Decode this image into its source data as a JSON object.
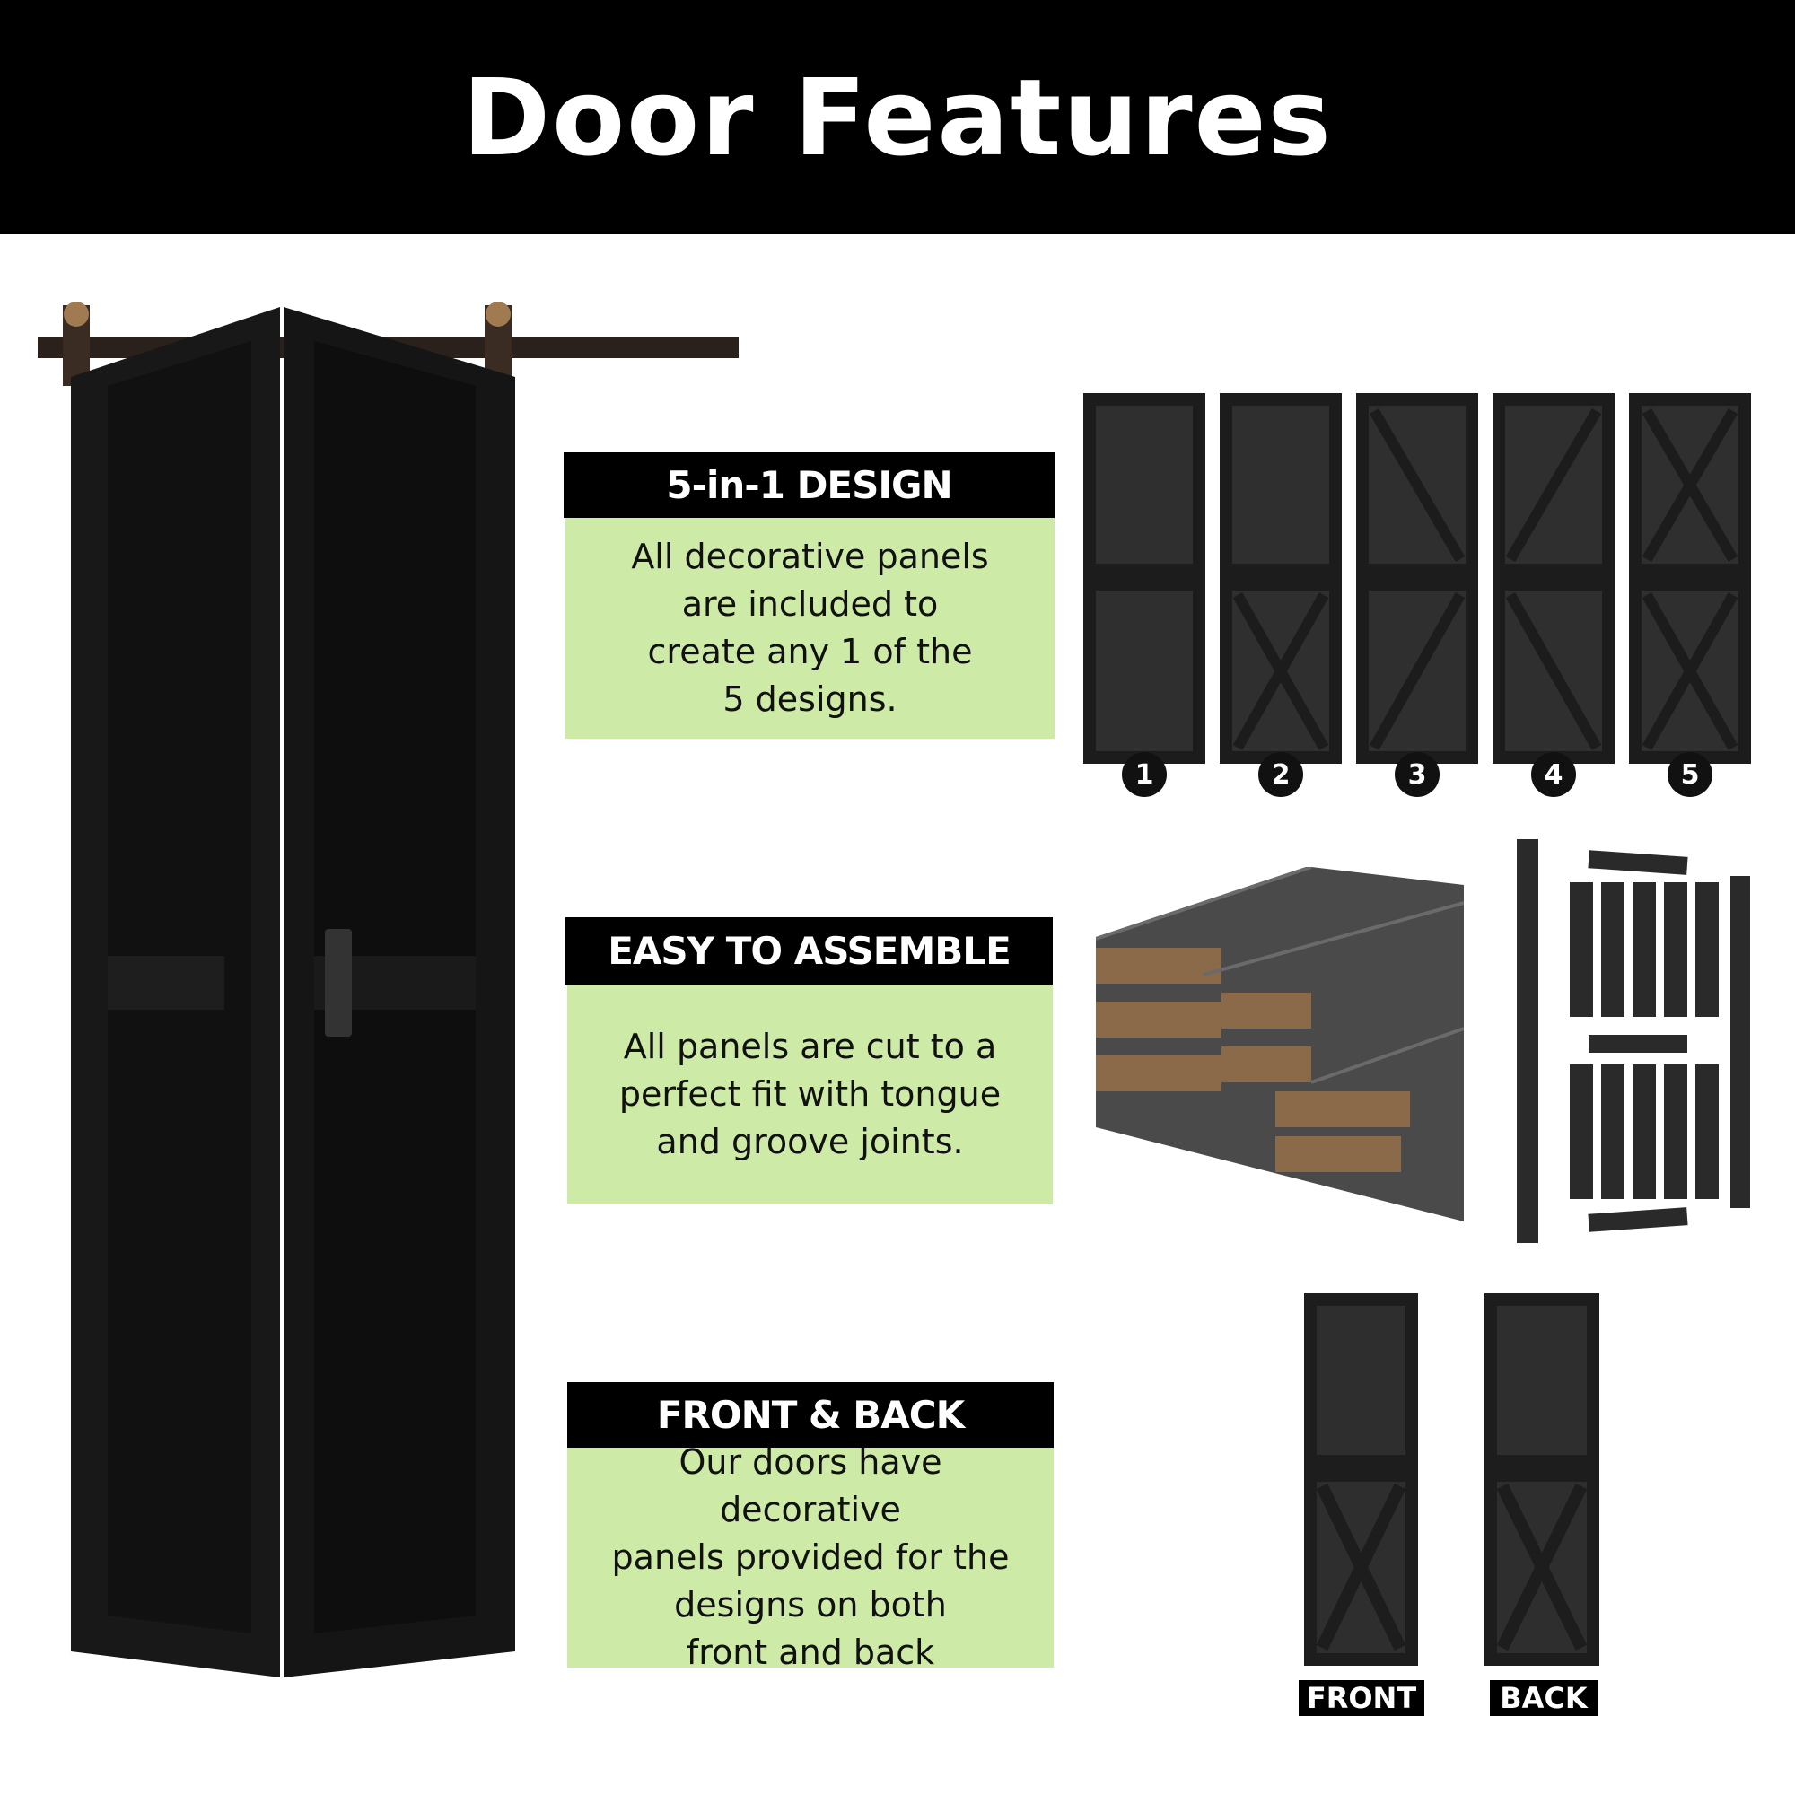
{
  "header": {
    "title": "Door Features"
  },
  "features": [
    {
      "title": "5-in-1 DESIGN",
      "lines": [
        "All decorative panels",
        "are included to",
        "create any 1 of the",
        "5 designs."
      ]
    },
    {
      "title": "EASY TO ASSEMBLE",
      "lines": [
        "All panels are cut to a",
        "perfect fit with tongue",
        "and groove joints."
      ]
    },
    {
      "title": "FRONT & BACK",
      "lines": [
        "Our doors have decorative",
        "panels provided for the",
        "designs on both",
        "front and back"
      ]
    }
  ],
  "designs": [
    "1",
    "2",
    "3",
    "4",
    "5"
  ],
  "sides": {
    "front": "FRONT",
    "back": "BACK"
  },
  "colors": {
    "header": "#000000",
    "feature_body": "#cdeaa6",
    "door": "#141414"
  }
}
